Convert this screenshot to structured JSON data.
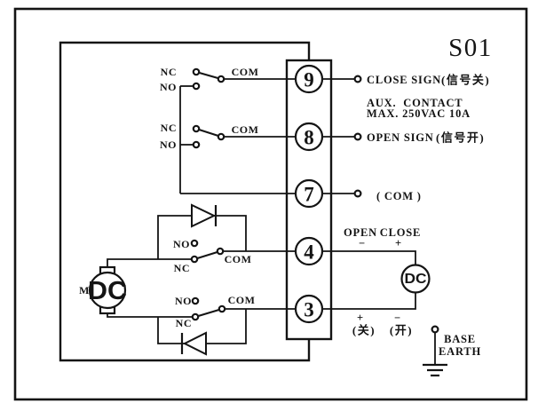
{
  "diagram": {
    "model": "S01",
    "terminals": [
      {
        "number": "9",
        "label": "CLOSE SIGN",
        "label_cn": "(信号关)"
      },
      {
        "number": "8",
        "label": "OPEN SIGN",
        "label_cn": "(信号开)"
      },
      {
        "number": "7",
        "label": "( COM )"
      },
      {
        "number": "4"
      },
      {
        "number": "3"
      }
    ],
    "aux_note_line1": "AUX.  CONTACT",
    "aux_note_line2": "MAX. 250VAC 10A",
    "contacts": {
      "nc": "NC",
      "no": "NO",
      "com": "COM"
    },
    "motor": {
      "tag": "M",
      "text": "DC"
    },
    "supply": {
      "text": "DC"
    },
    "power": {
      "open": "OPEN",
      "close": "CLOSE",
      "open_polarity_top": "−",
      "close_polarity_top": "+",
      "close_polarity_bottom": "+",
      "open_polarity_bottom": "−",
      "close_cn": "(关)",
      "open_cn": "(开)"
    },
    "ground": {
      "line1": "BASE",
      "line2": "EARTH"
    }
  }
}
